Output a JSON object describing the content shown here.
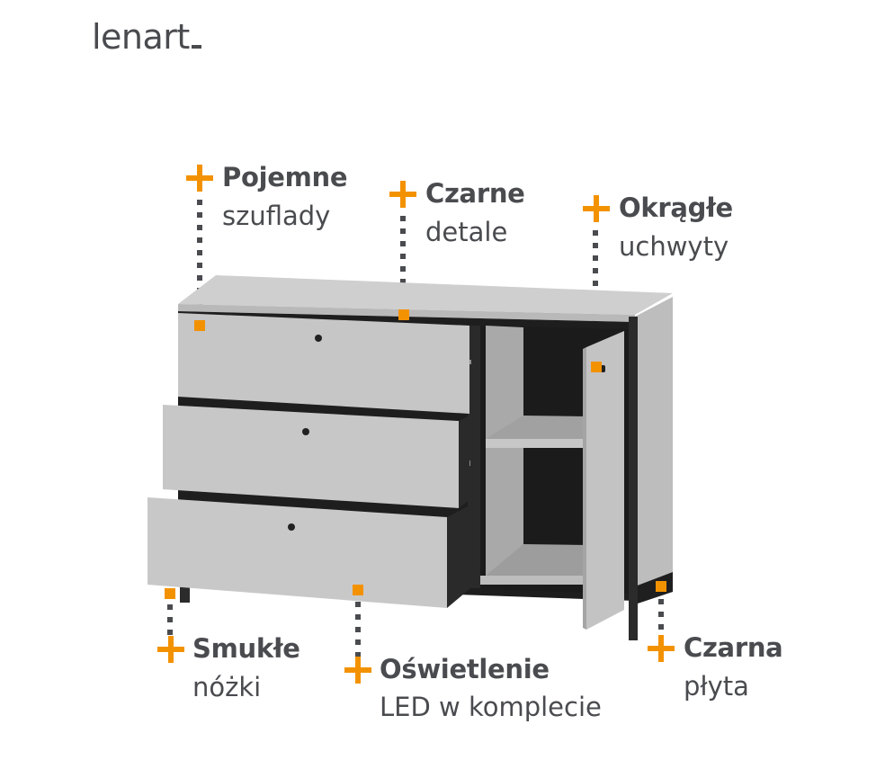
{
  "brand": {
    "logo_text": "lenart"
  },
  "colors": {
    "accent": "#F39200",
    "text": "#4A4B4F",
    "body_light_grey": "#C6C6C6",
    "interior_dark": "#1E1E1E",
    "background": "#FFFFFF"
  },
  "callouts": [
    {
      "id": "drawers",
      "title": "Pojemne",
      "subtitle": "szuflady"
    },
    {
      "id": "black-details",
      "title": "Czarne",
      "subtitle": "detale"
    },
    {
      "id": "handles",
      "title": "Okrągłe",
      "subtitle": "uchwyty"
    },
    {
      "id": "legs",
      "title": "Smukłe",
      "subtitle": "nóżki"
    },
    {
      "id": "led",
      "title": "Oświetlenie",
      "subtitle": "LED w komplecie"
    },
    {
      "id": "black-board",
      "title": "Czarna",
      "subtitle": "płyta"
    }
  ],
  "icons": {
    "plus": "plus-icon",
    "marker": "square-marker-icon"
  }
}
